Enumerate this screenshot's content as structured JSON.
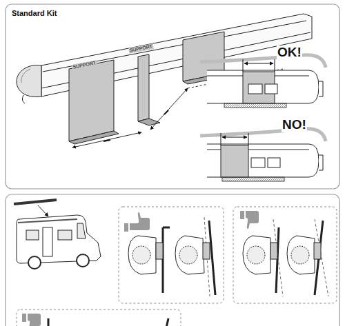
{
  "diagram": {
    "labels": [
      "Standard Kit",
      "SUPPORT",
      "SUPPORT",
      "OK!",
      "NO!"
    ]
  }
}
